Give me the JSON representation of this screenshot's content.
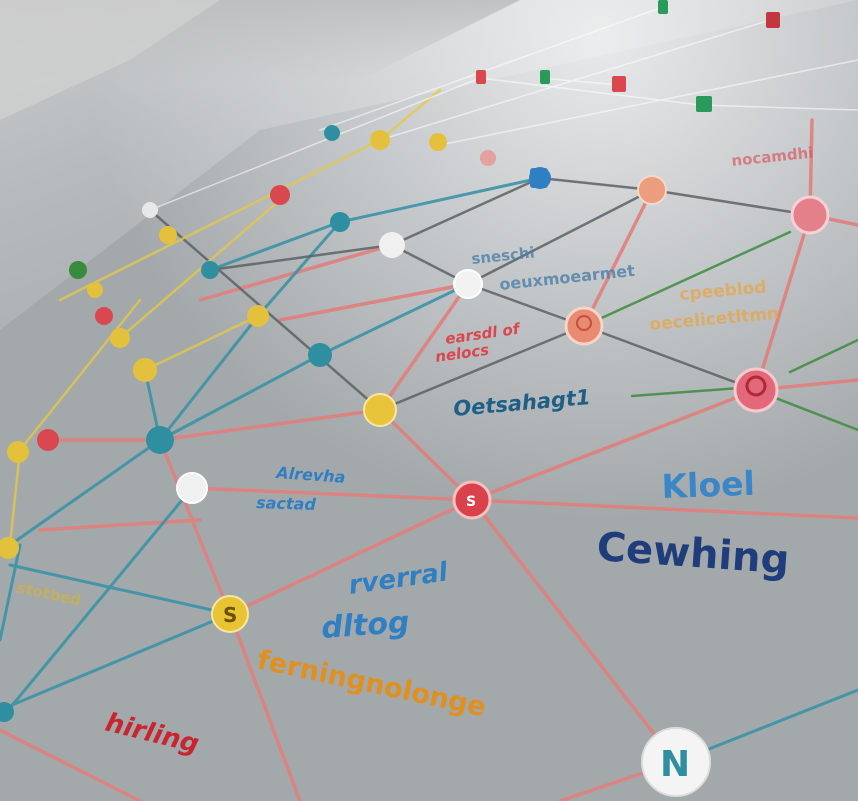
{
  "labels": {
    "outsahagt": "Oetsahagt1",
    "kloel": "Kloel",
    "cewhing": "Cewhing",
    "rverral": "rverral",
    "dltog": "dltog",
    "ferning": "ferningnolonge",
    "hirling": "hirling",
    "alrevehra": "Alrevha",
    "sactad": "sactad",
    "node_n": "N",
    "node_s": "S",
    "node_s2": "S",
    "red_small": "earsdl of",
    "red_small2": "nelocs",
    "upper_blue1": "sneschi",
    "upper_blue2": "oeuxmoearmet",
    "orange_right1": "cpeeblod",
    "orange_right2": "oecelicetltmn",
    "red_top_right": "nocamdhi",
    "yellow_left": "stotbed"
  },
  "colors": {
    "red": "#d9474f",
    "pink": "#e8857f",
    "teal": "#2f8fa0",
    "blue": "#2f7fc2",
    "green": "#3a8a3c",
    "yellow": "#e3c13c",
    "navy": "#1f3d7a",
    "orange": "#e0901e"
  }
}
